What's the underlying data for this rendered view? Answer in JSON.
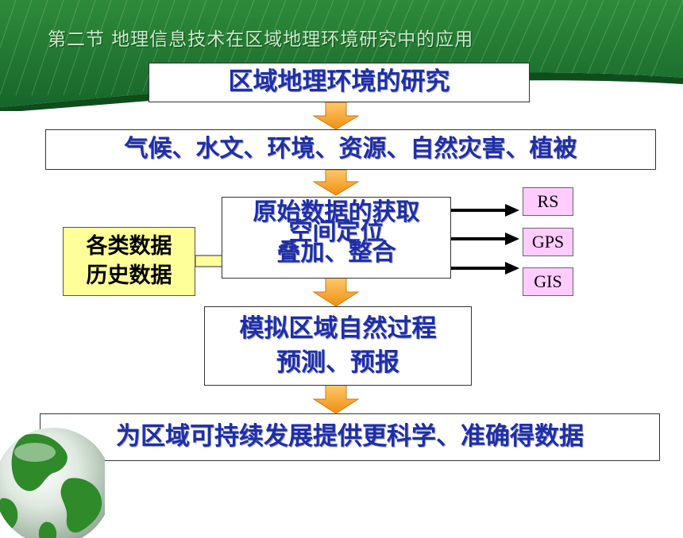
{
  "slide": {
    "title": "第二节  地理信息技术在区域地理环境研究中的应用"
  },
  "flow": {
    "study_box": "区域地理环境的研究",
    "topics_box": "气候、水文、环境、资源、自然灾害、植被",
    "process_box": {
      "line1": "原始数据的获取",
      "line2": "空间定位",
      "line3": "叠加、整合"
    },
    "input_box": {
      "line1": "各类数据",
      "line2": "历史数据"
    },
    "tools": [
      "RS",
      "GPS",
      "GIS"
    ],
    "simulate_box": {
      "line1": "模拟区域自然过程",
      "line2": "预测、预报"
    },
    "result_box": "为区域可持续发展提供更科学、准确得数据"
  },
  "colors": {
    "theme_green": "#1f7a2e",
    "box_text": "#1f2ea8",
    "flow_arrow": "#f5a623",
    "input_fill": "#ffff99",
    "tool_fill": "#ffccff"
  }
}
